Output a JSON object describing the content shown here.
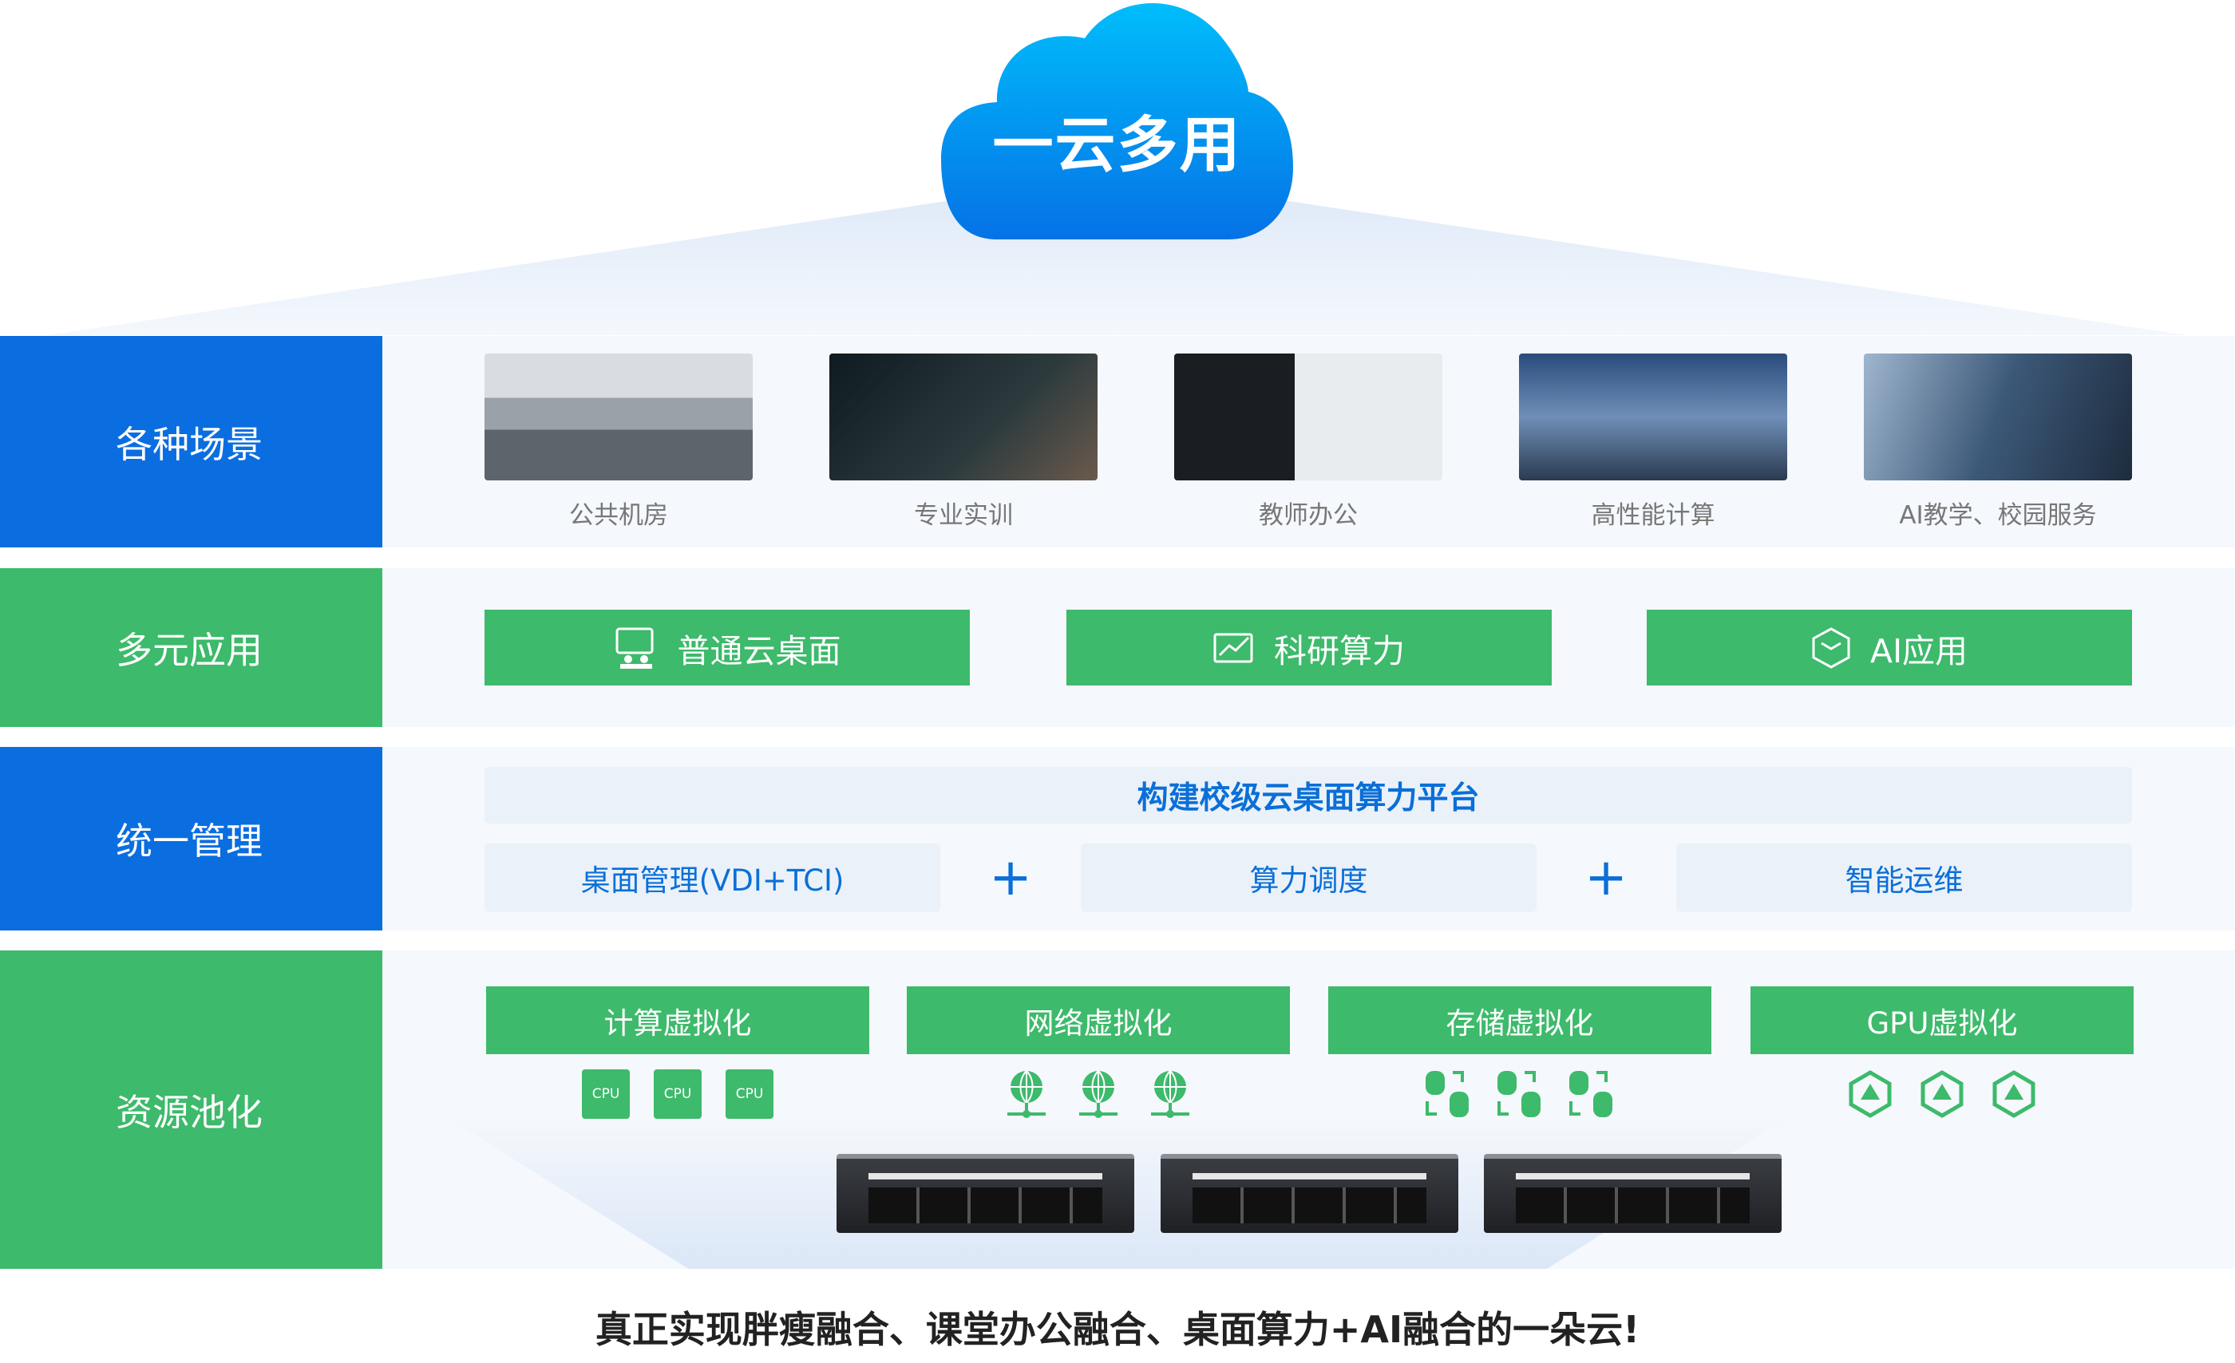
{
  "cloud": {
    "title": "一云多用"
  },
  "rows": [
    {
      "label": "各种场景"
    },
    {
      "label": "多元应用"
    },
    {
      "label": "统一管理"
    },
    {
      "label": "资源池化"
    }
  ],
  "scenarios": [
    "公共机房",
    "专业实训",
    "教师办公",
    "高性能计算",
    "AI教学、校园服务"
  ],
  "apps": [
    {
      "label": "普通云桌面",
      "icon": "desktop-users-icon"
    },
    {
      "label": "科研算力",
      "icon": "chart-icon"
    },
    {
      "label": "AI应用",
      "icon": "hexagon-cube-icon"
    }
  ],
  "platform": {
    "title": "构建校级云桌面算力平台",
    "items": [
      "桌面管理(VDI+TCI)",
      "算力调度",
      "智能运维"
    ],
    "plus": "+"
  },
  "resources": [
    {
      "label": "计算虚拟化",
      "icon": "cpu-icon",
      "chip": "CPU"
    },
    {
      "label": "网络虚拟化",
      "icon": "globe-network-icon"
    },
    {
      "label": "存储虚拟化",
      "icon": "database-icon"
    },
    {
      "label": "GPU虚拟化",
      "icon": "gpu-hex-icon"
    }
  ],
  "footer": "真正实现胖瘦融合、课堂办公融合、桌面算力+AI融合的一朵云!",
  "colors": {
    "blue": "#0a6ee0",
    "green": "#3dba6b",
    "text_blue": "#0a6fd8"
  }
}
